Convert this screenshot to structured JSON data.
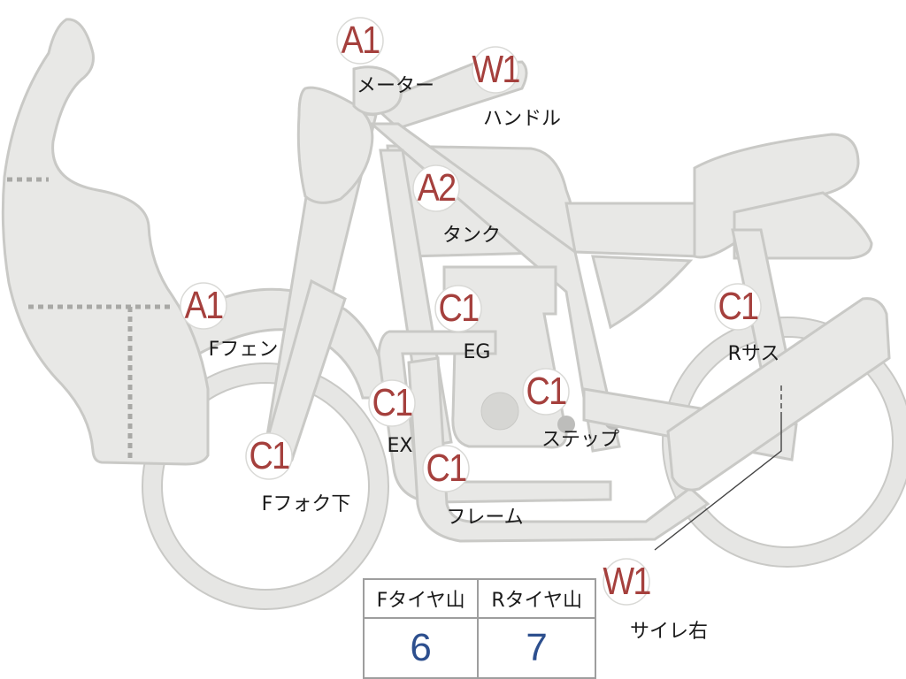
{
  "parts": [
    {
      "code": "A1",
      "label": "メーター"
    },
    {
      "code": "W1",
      "label": "ハンドル"
    },
    {
      "code": "A2",
      "label": "タンク"
    },
    {
      "code": "A1",
      "label": "Fフェン"
    },
    {
      "code": "C1",
      "label": "EG"
    },
    {
      "code": "C1",
      "label": "Rサス"
    },
    {
      "code": "C1",
      "label": "EX"
    },
    {
      "code": "C1",
      "label": "ステップ"
    },
    {
      "code": "C1",
      "label": "Fフォク下"
    },
    {
      "code": "C1",
      "label": "フレーム"
    },
    {
      "code": "W1",
      "label": "サイレ右"
    }
  ],
  "tire_table": {
    "headers": [
      "Fタイヤ山",
      "Rタイヤ山"
    ],
    "values": [
      "6",
      "7"
    ]
  },
  "colors": {
    "code_text": "#a5403d",
    "value_text": "#2d4f8e",
    "bike_fill": "#e8e8e6"
  }
}
